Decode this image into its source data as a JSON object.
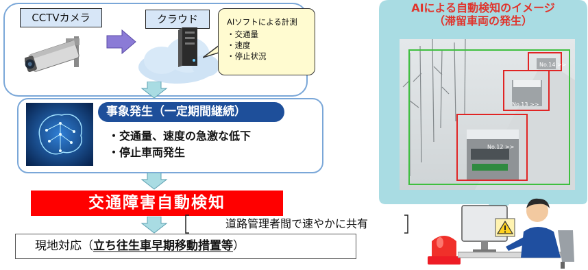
{
  "flow": {
    "cctv_label": "CCTVカメラ",
    "cloud_label": "クラウド",
    "ai_software": {
      "title": "AIソフトによる計測",
      "items": [
        "・交通量",
        "・速度",
        "・停止状況"
      ]
    },
    "event": {
      "title": "事象発生（一定期間継続）",
      "bullets": [
        "・交通量、速度の急激な低下",
        "・停止車両発生"
      ]
    },
    "detection_banner": "交通障害自動検知",
    "share_note": "道路管理者間で速やかに共有",
    "action_prefix": "現地対応（",
    "action_emphasis": "立ち往生車早期移動措置等",
    "action_suffix": "）"
  },
  "ai_image": {
    "title_line1": "AIによる自動検知のイメージ",
    "title_line2": "（滞留車両の発生）",
    "detections": [
      {
        "label": "No.14 >>"
      },
      {
        "label": "No.13 >>"
      },
      {
        "label": "No.12 >>"
      }
    ]
  },
  "colors": {
    "accent_blue": "#1e4f9a",
    "panel_border": "#7aa7d8",
    "alert_red": "#ff0000",
    "title_red": "#e0342c",
    "callout_teal": "#a9dce3",
    "detect_green": "#3fbf3f"
  },
  "icons": [
    "cctv-camera-icon",
    "server-icon",
    "cloud-icon",
    "ai-brain-icon",
    "down-arrow-icon",
    "right-arrow-icon",
    "operator-icon",
    "warning-icon",
    "rotating-light-icon"
  ]
}
